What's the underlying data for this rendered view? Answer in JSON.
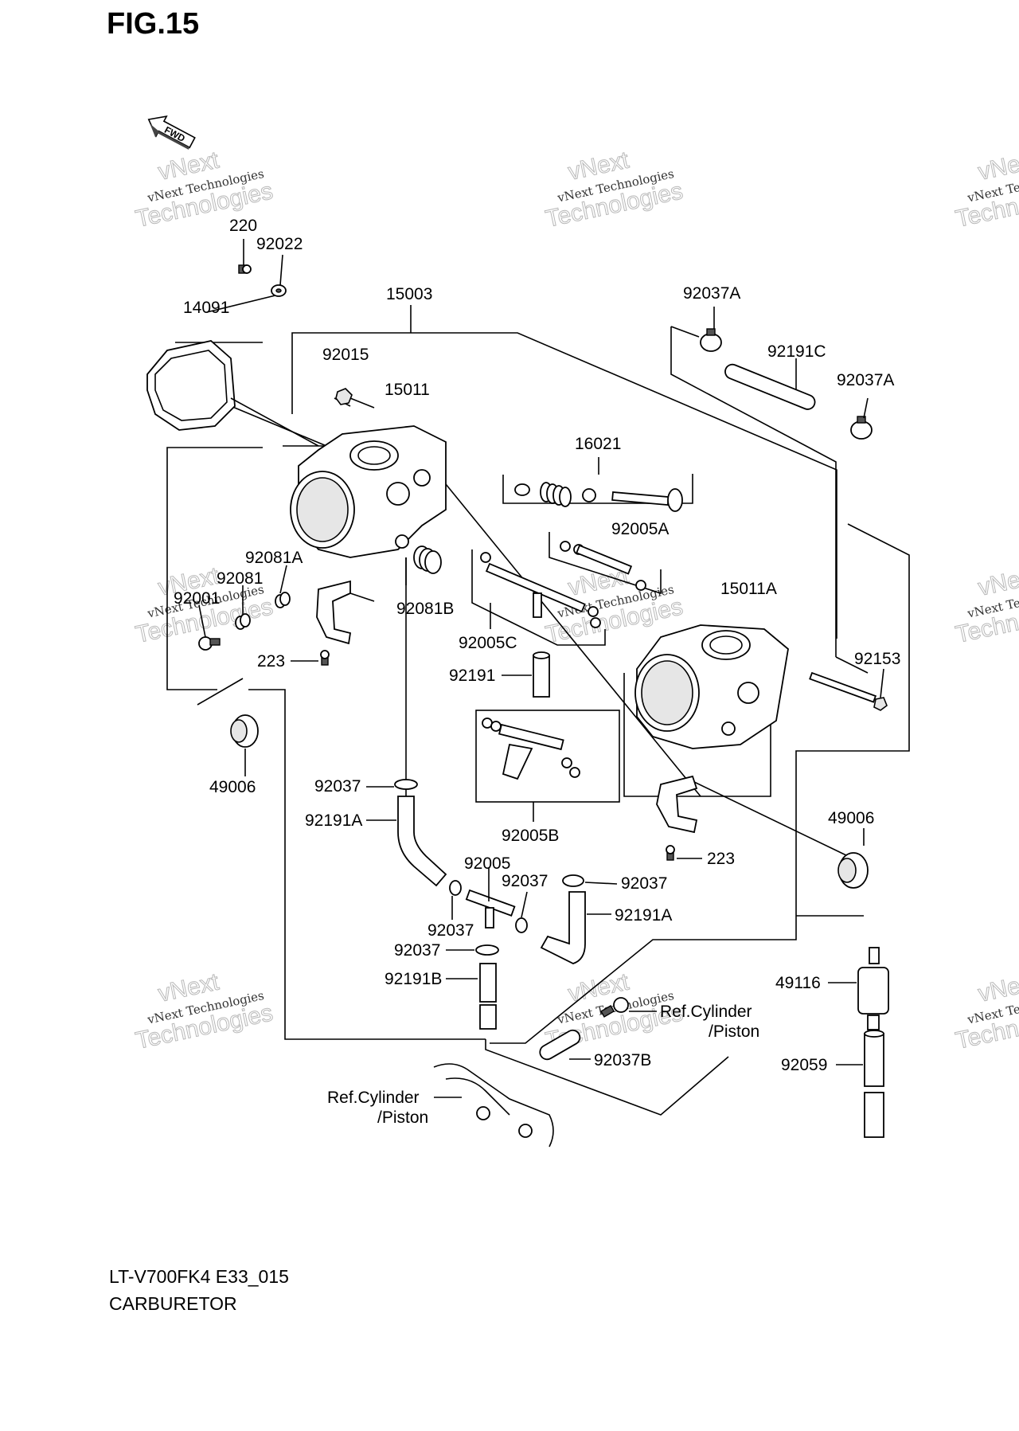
{
  "figure": {
    "title": "FIG.15",
    "model_code": "LT-V700FK4 E33_015",
    "section_name": "CARBURETOR",
    "fwd_arrow_label": "FWD"
  },
  "watermark": {
    "line1": "vNext Technologies",
    "line2": "Technologies",
    "line3": "vNext"
  },
  "callouts": {
    "c220": "220",
    "c92022": "92022",
    "c14091": "14091",
    "c15003": "15003",
    "c92015": "92015",
    "c15011": "15011",
    "c92037A_1": "92037A",
    "c92191C": "92191C",
    "c92037A_2": "92037A",
    "c16021": "16021",
    "c92005A": "92005A",
    "c15011A": "15011A",
    "c92081A": "92081A",
    "c92081": "92081",
    "c92001": "92001",
    "c92081B": "92081B",
    "c223_1": "223",
    "c92005C": "92005C",
    "c92191": "92191",
    "c92153": "92153",
    "c49006_1": "49006",
    "c92037_1": "92037",
    "c92191A_1": "92191A",
    "c92005B": "92005B",
    "c49006_2": "49006",
    "c223_2": "223",
    "c92005": "92005",
    "c92037_2": "92037",
    "c92037_3": "92037",
    "c92191A_2": "92191A",
    "c92037_4": "92037",
    "c92037_5": "92037",
    "c92191B": "92191B",
    "c49116": "49116",
    "ref1_line1": "Ref.Cylinder",
    "ref1_line2": "/Piston",
    "c92037B": "92037B",
    "c92059": "92059",
    "ref2_line1": "Ref.Cylinder",
    "ref2_line2": "/Piston"
  }
}
